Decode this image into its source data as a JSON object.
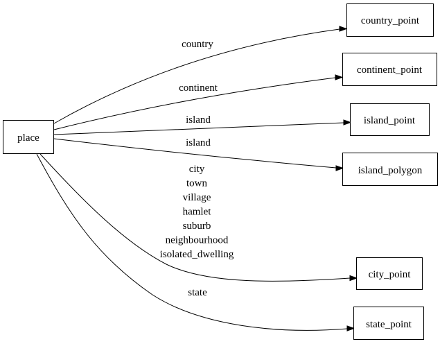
{
  "diagram": {
    "type": "directed-graph",
    "background_color": "#ffffff",
    "node_fill_color": "#ffffff",
    "node_border_color": "#000000",
    "edge_color": "#000000",
    "text_color": "#000000",
    "nodes": [
      {
        "id": "place",
        "label": "place"
      },
      {
        "id": "country_point",
        "label": "country_point"
      },
      {
        "id": "continent_point",
        "label": "continent_point"
      },
      {
        "id": "island_point",
        "label": "island_point"
      },
      {
        "id": "island_polygon",
        "label": "island_polygon"
      },
      {
        "id": "city_point",
        "label": "city_point"
      },
      {
        "id": "state_point",
        "label": "state_point"
      }
    ],
    "edges": [
      {
        "from": "place",
        "to": "country_point",
        "label": "country"
      },
      {
        "from": "place",
        "to": "continent_point",
        "label": "continent"
      },
      {
        "from": "place",
        "to": "island_point",
        "label": "island"
      },
      {
        "from": "place",
        "to": "island_polygon",
        "label": "island"
      },
      {
        "from": "place",
        "to": "city_point",
        "labels": [
          "city",
          "town",
          "village",
          "hamlet",
          "suburb",
          "neighbourhood",
          "isolated_dwelling"
        ]
      },
      {
        "from": "place",
        "to": "state_point",
        "label": "state"
      }
    ]
  }
}
